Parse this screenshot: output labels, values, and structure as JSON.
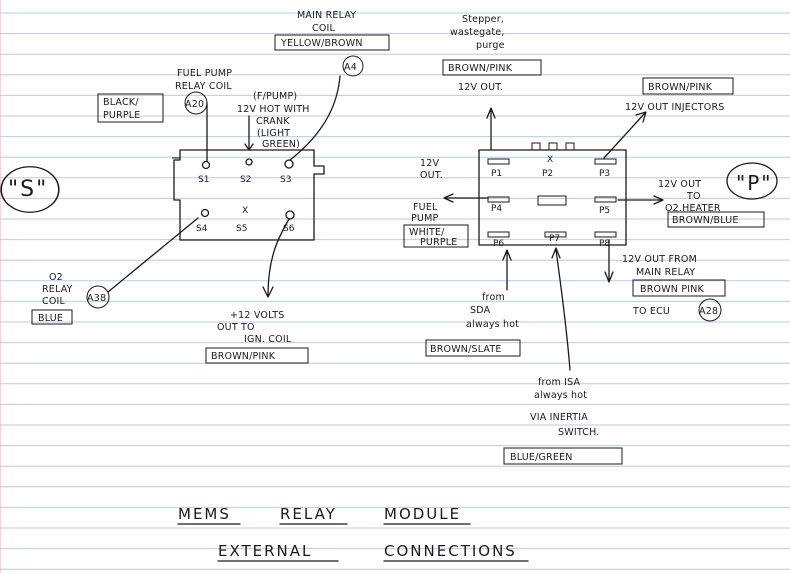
{
  "s_label": "\"S\"",
  "p_label": "\"P\"",
  "s_pins": [
    "S1",
    "S2",
    "S3",
    "S4",
    "S5",
    "S6"
  ],
  "p_pins": [
    "P1",
    "P2",
    "P3",
    "P4",
    "P5",
    "P6",
    "P7",
    "P8"
  ],
  "not_used_mark": "X",
  "s_side": {
    "main_relay_coil_title": [
      "MAIN RELAY",
      "COIL"
    ],
    "main_relay_coil_wire": "YELLOW/BROWN",
    "main_relay_coil_pin": "A4",
    "fuel_pump_relay_coil": [
      "FUEL PUMP",
      "RELAY COIL"
    ],
    "fuel_pump_relay_coil_pin": "A20",
    "black_purple": [
      "BLACK/",
      "PURPLE"
    ],
    "crank_note": [
      "12V HOT WITH",
      "CRANK",
      "(LIGHT",
      "GREEN)"
    ],
    "fpump_note": "(F/PUMP)",
    "o2_relay_coil": [
      "O2",
      "RELAY",
      "COIL"
    ],
    "o2_relay_coil_pin": "A38",
    "o2_relay_coil_wire": "BLUE",
    "ign_coil_out": [
      "+12 VOLTS",
      "OUT TO",
      "IGN. COIL"
    ],
    "ign_coil_wire": "BROWN/PINK"
  },
  "p_side": {
    "stepper_note": [
      "Stepper,",
      "wastegate,",
      "purge"
    ],
    "stepper_wire": "BROWN/PINK",
    "stepper_out": "12V OUT.",
    "injectors_wire": "BROWN/PINK",
    "injectors_out": "12V OUT INJECTORS",
    "twelve_v_out": [
      "12V",
      "OUT."
    ],
    "o2_heater_out": [
      "12V OUT",
      "TO",
      "O2.HEATER"
    ],
    "o2_heater_wire": "BROWN/BLUE",
    "fuel_pump": [
      "FUEL",
      "PUMP"
    ],
    "fuel_pump_wire": [
      "WHITE/",
      "PURPLE"
    ],
    "main_relay_out": [
      "12V OUT FROM",
      "MAIN RELAY"
    ],
    "main_relay_wire": "BROWN PINK",
    "to_ecu": "TO ECU",
    "to_ecu_pin": "A28",
    "from_sda": [
      "from",
      "SDA",
      "always hot"
    ],
    "from_sda_wire": "BROWN/SLATE",
    "from_isa": [
      "from ISA",
      "always hot",
      "VIA INERTIA",
      "SWITCH."
    ],
    "from_isa_wire": "BLUE/GREEN"
  },
  "title_line1": [
    "MEMS",
    "RELAY",
    "MODULE"
  ],
  "title_line2": [
    "EXTERNAL",
    "CONNECTIONS"
  ]
}
